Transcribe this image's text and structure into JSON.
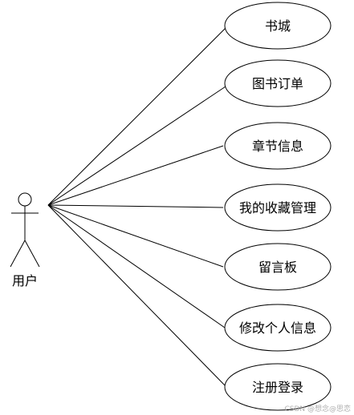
{
  "actor": {
    "label": "用户"
  },
  "use_cases": [
    {
      "label": "书城"
    },
    {
      "label": "图书订单"
    },
    {
      "label": "章节信息"
    },
    {
      "label": "我的收藏管理"
    },
    {
      "label": "留言板"
    },
    {
      "label": "修改个人信息"
    },
    {
      "label": "注册登录"
    }
  ],
  "watermark": "CSDN @想念@思恋",
  "colors": {
    "stroke": "#000000",
    "fill": "#ffffff",
    "text": "#000000"
  }
}
